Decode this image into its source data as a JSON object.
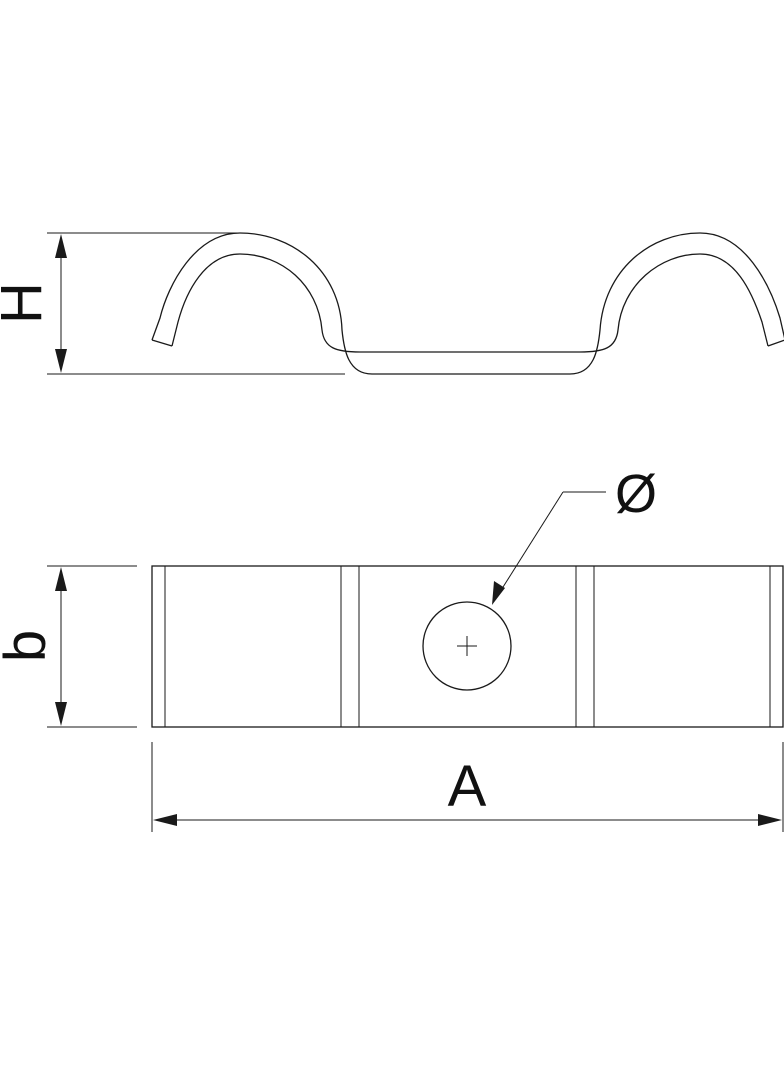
{
  "labels": {
    "height": "H",
    "width_b": "b",
    "length": "A",
    "hole_diameter": "Ø"
  },
  "colors": {
    "line": "#1a1a1a",
    "background": "#ffffff"
  }
}
